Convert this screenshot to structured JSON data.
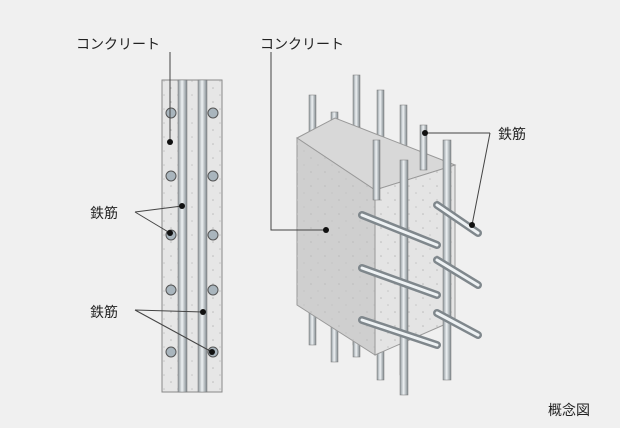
{
  "left_diagram": {
    "concrete_label": "コンクリート",
    "rebar_label_1": "鉄筋",
    "rebar_label_2": "鉄筋"
  },
  "right_diagram": {
    "concrete_label": "コンクリート",
    "rebar_label": "鉄筋"
  },
  "caption": "概念図"
}
